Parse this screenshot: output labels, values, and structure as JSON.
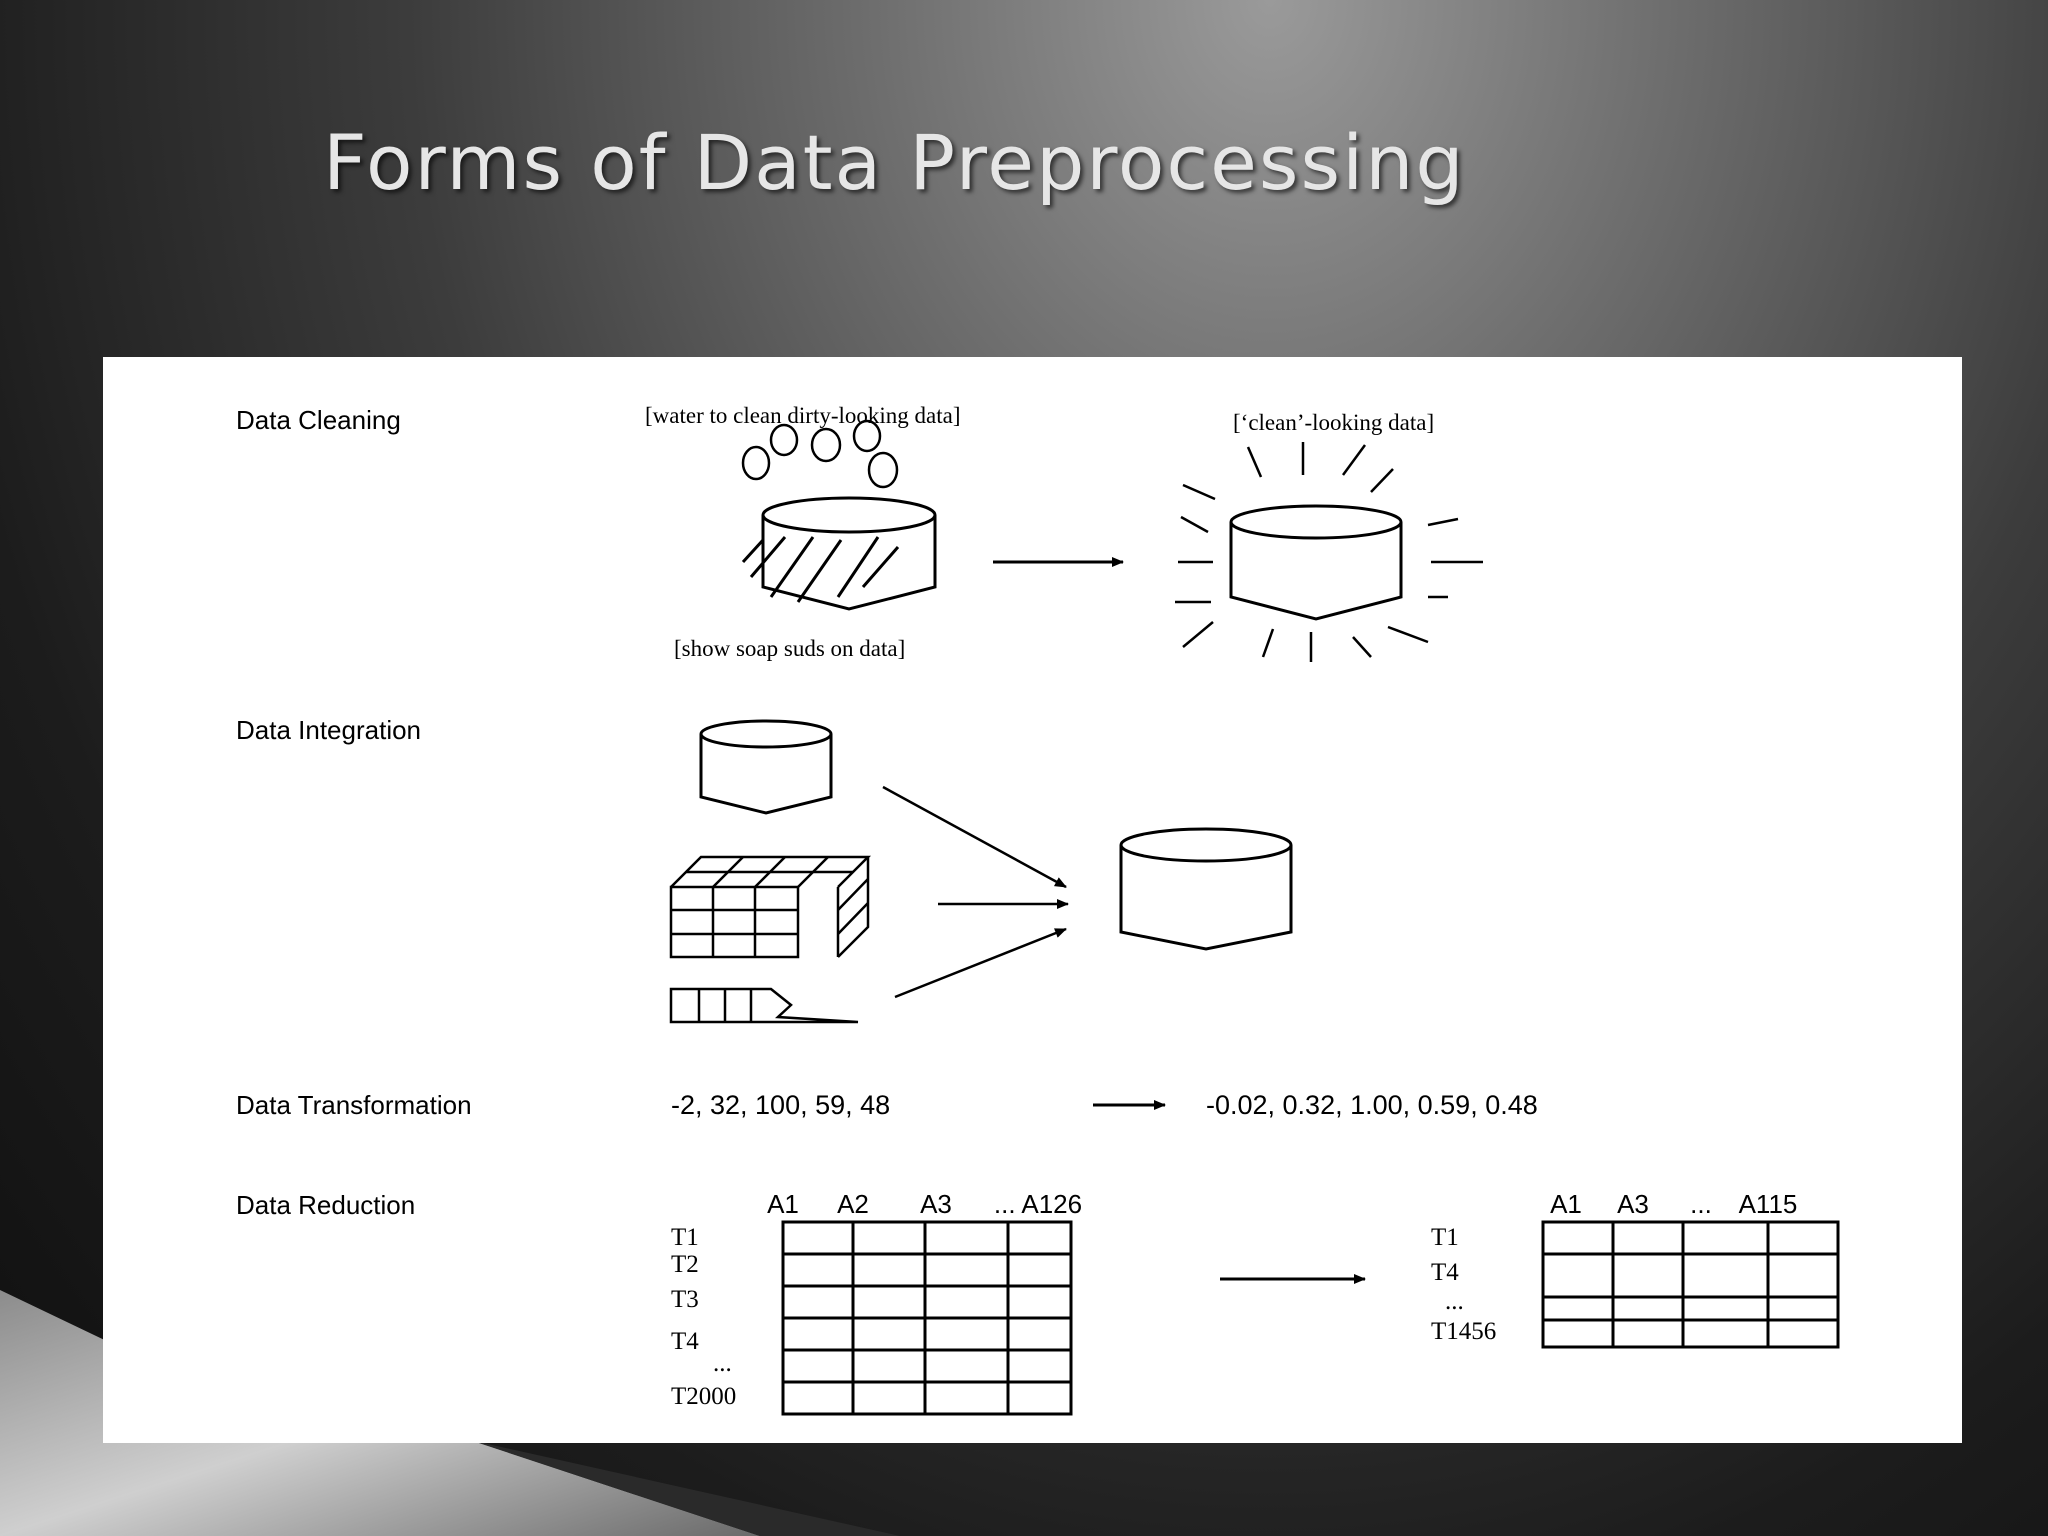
{
  "title": "Forms of Data Preprocessing",
  "sections": {
    "cleaning": {
      "label": "Data Cleaning",
      "water_caption": "[water to clean dirty-looking data]",
      "suds_caption": "[show soap suds on data]",
      "clean_caption": "[‘clean’-looking data]"
    },
    "integration": {
      "label": "Data Integration"
    },
    "transformation": {
      "label": "Data Transformation",
      "before": "-2, 32, 100, 59, 48",
      "after": "-0.02, 0.32, 1.00, 0.59, 0.48"
    },
    "reduction": {
      "label": "Data Reduction",
      "left_columns": [
        "A1",
        "A2",
        "A3",
        "... A126"
      ],
      "left_rows": [
        "T1",
        "T2",
        "T3",
        "T4",
        "...",
        "T2000"
      ],
      "right_columns": [
        "A1",
        "A3",
        "...",
        "A115"
      ],
      "right_rows": [
        "T1",
        "T4",
        "...",
        "T1456"
      ]
    }
  },
  "colors": {
    "panel": "#ffffff",
    "ink": "#000000",
    "title": "#e6e6e6"
  }
}
